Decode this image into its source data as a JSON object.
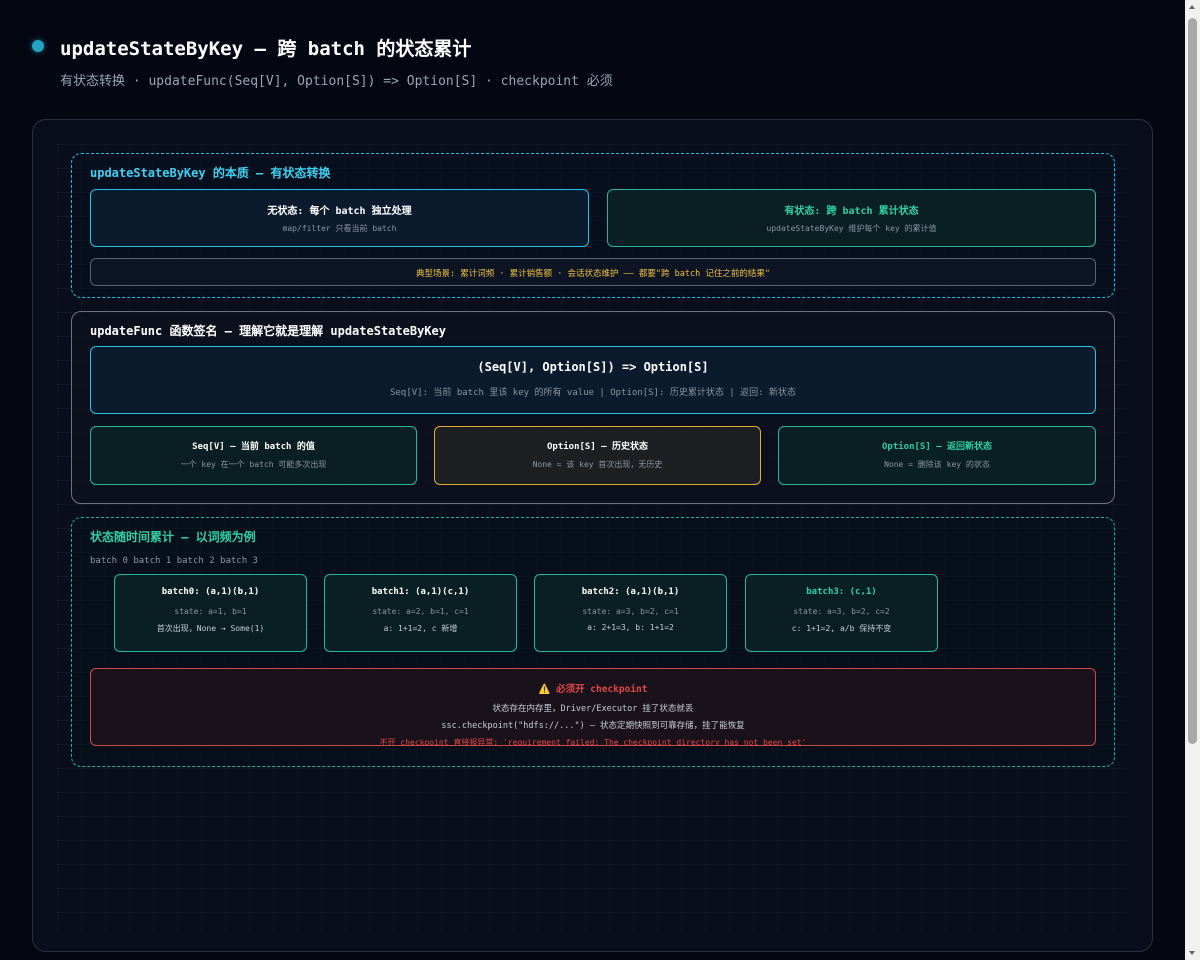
{
  "header": {
    "title": "updateStateByKey — 跨 batch 的状态累计",
    "subtitle": "有状态转换 · updateFunc(Seq[V], Option[S]) => Option[S] · checkpoint 必须"
  },
  "section1": {
    "title": "updateStateByKey 的本质 — 有状态转换",
    "stateless": {
      "title": "无状态: 每个 batch 独立处理",
      "sub": "map/filter 只看当前 batch"
    },
    "stateful": {
      "title": "有状态: 跨 batch 累计状态",
      "sub": "updateStateByKey 维护每个 key 的累计值"
    },
    "scenario": "典型场景: 累计词频 · 累计销售额 · 会话状态维护 —— 都要\"跨 batch 记住之前的结果\""
  },
  "section2": {
    "title": "updateFunc 函数签名 — 理解它就是理解 updateStateByKey",
    "signature": {
      "title": "(Seq[V], Option[S]) => Option[S]",
      "sub": "Seq[V]: 当前 batch 里该 key 的所有 value | Option[S]: 历史累计状态 | 返回: 新状态"
    },
    "params": [
      {
        "title": "Seq[V] — 当前 batch 的值",
        "sub": "一个 key 在一个 batch 可能多次出现"
      },
      {
        "title": "Option[S] — 历史状态",
        "sub": "None = 该 key 首次出现，无历史"
      },
      {
        "title": "Option[S] — 返回新状态",
        "sub": "None = 删除该 key 的状态"
      }
    ]
  },
  "section3": {
    "title": "状态随时间累计 — 以词频为例",
    "timeline_label": "batch 0 batch 1 batch 2 batch 3",
    "batches": [
      {
        "title": "batch0: (a,1)(b,1)",
        "state": "state: a=1, b=1",
        "note": "首次出现，None → Some(1)"
      },
      {
        "title": "batch1: (a,1)(c,1)",
        "state": "state: a=2, b=1, c=1",
        "note": "a: 1+1=2, c 新增"
      },
      {
        "title": "batch2: (a,1)(b,1)",
        "state": "state: a=3, b=2, c=1",
        "note": "a: 2+1=3, b: 1+1=2"
      },
      {
        "title": "batch3: (c,1)",
        "state": "state: a=3, b=2, c=2",
        "note": "c: 1+1=2, a/b 保持不变"
      }
    ],
    "checkpoint": {
      "icon": "⚠️",
      "title": "必须开 checkpoint",
      "line1": "状态存在内存里，Driver/Executor 挂了状态就丢",
      "line2": "ssc.checkpoint(\"hdfs://...\") — 状态定期快照到可靠存储，挂了能恢复",
      "line3": "不开 checkpoint 直接报异常: 'requirement failed: The checkpoint directory has not been set'"
    }
  },
  "colors": {
    "cyan": "#28c3e8",
    "green": "#27b995",
    "amber": "#e0ae28",
    "red": "#e04848",
    "title_cyan": "#3ed0f0",
    "title_green": "#2fd0a4",
    "title_white": "#ffffff"
  }
}
